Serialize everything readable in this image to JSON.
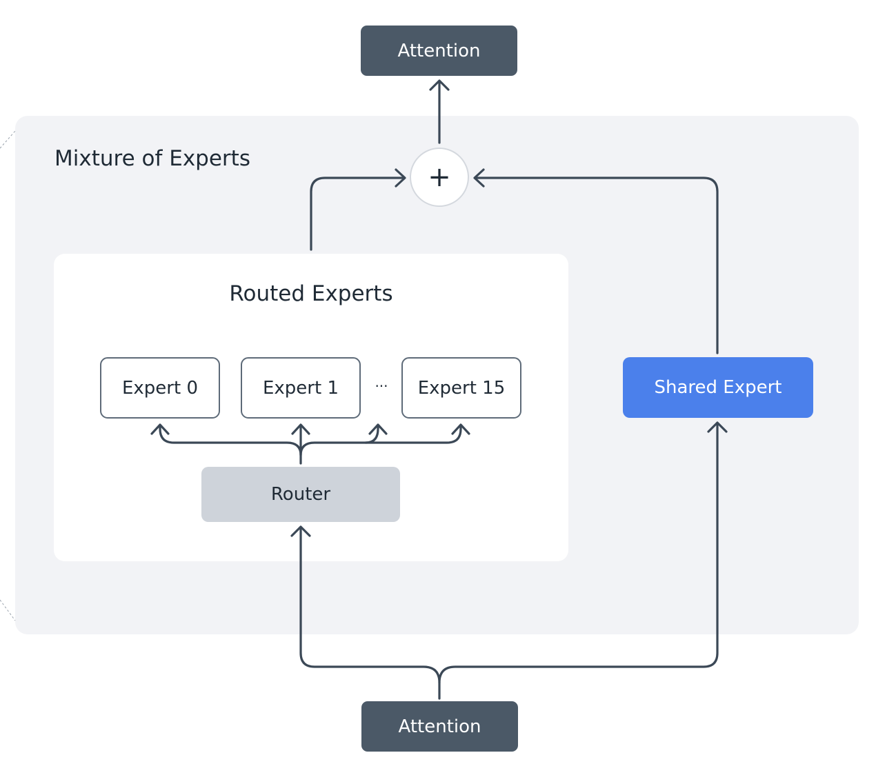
{
  "moe": {
    "title": "Mixture of Experts"
  },
  "routed_experts": {
    "title": "Routed Experts",
    "experts": [
      "Expert 0",
      "Expert 1",
      "Expert 15"
    ],
    "ellipsis": "···"
  },
  "router": {
    "label": "Router"
  },
  "shared_expert": {
    "label": "Shared Expert"
  },
  "attention": {
    "top_label": "Attention",
    "bottom_label": "Attention"
  },
  "combine": {
    "symbol": "+"
  },
  "colors": {
    "attention_fill": "#4b5967",
    "router_fill": "#ced3da",
    "shared_expert_fill": "#4b80eb",
    "panel_fill": "#f2f3f6",
    "connector_stroke": "#3b4856"
  }
}
